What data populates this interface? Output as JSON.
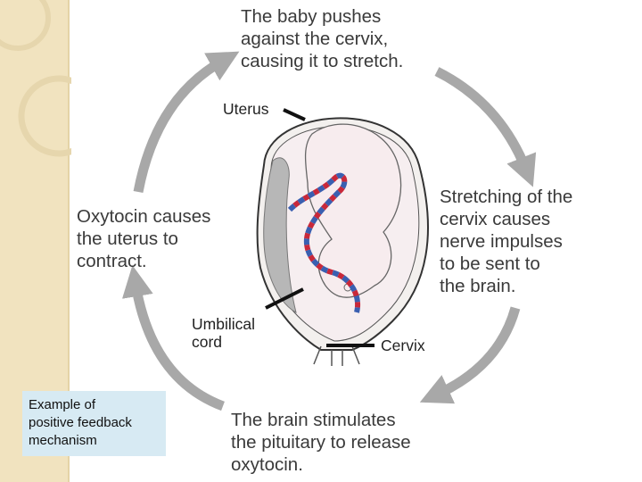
{
  "steps": {
    "stretch": "The baby pushes\nagainst the cervix,\ncausing it to stretch.",
    "nerve": "Stretching of the\ncervix causes\nnerve impulses\nto be sent to\nthe brain.",
    "brain": "The brain stimulates\nthe pituitary to release\noxytocin.",
    "oxytocin": "Oxytocin causes\nthe uterus to\ncontract."
  },
  "anatomy": {
    "uterus": "Uterus",
    "umbilical_cord": "Umbilical\ncord",
    "cervix": "Cervix"
  },
  "callout": "Example of\npositive feedback\nmechanism",
  "colors": {
    "arrow": "#a8a8a8",
    "sidebar": "#f1e3bf",
    "callout_bg": "#d7eaf3",
    "artery": "#c8283a",
    "vein": "#3a5fb0"
  }
}
